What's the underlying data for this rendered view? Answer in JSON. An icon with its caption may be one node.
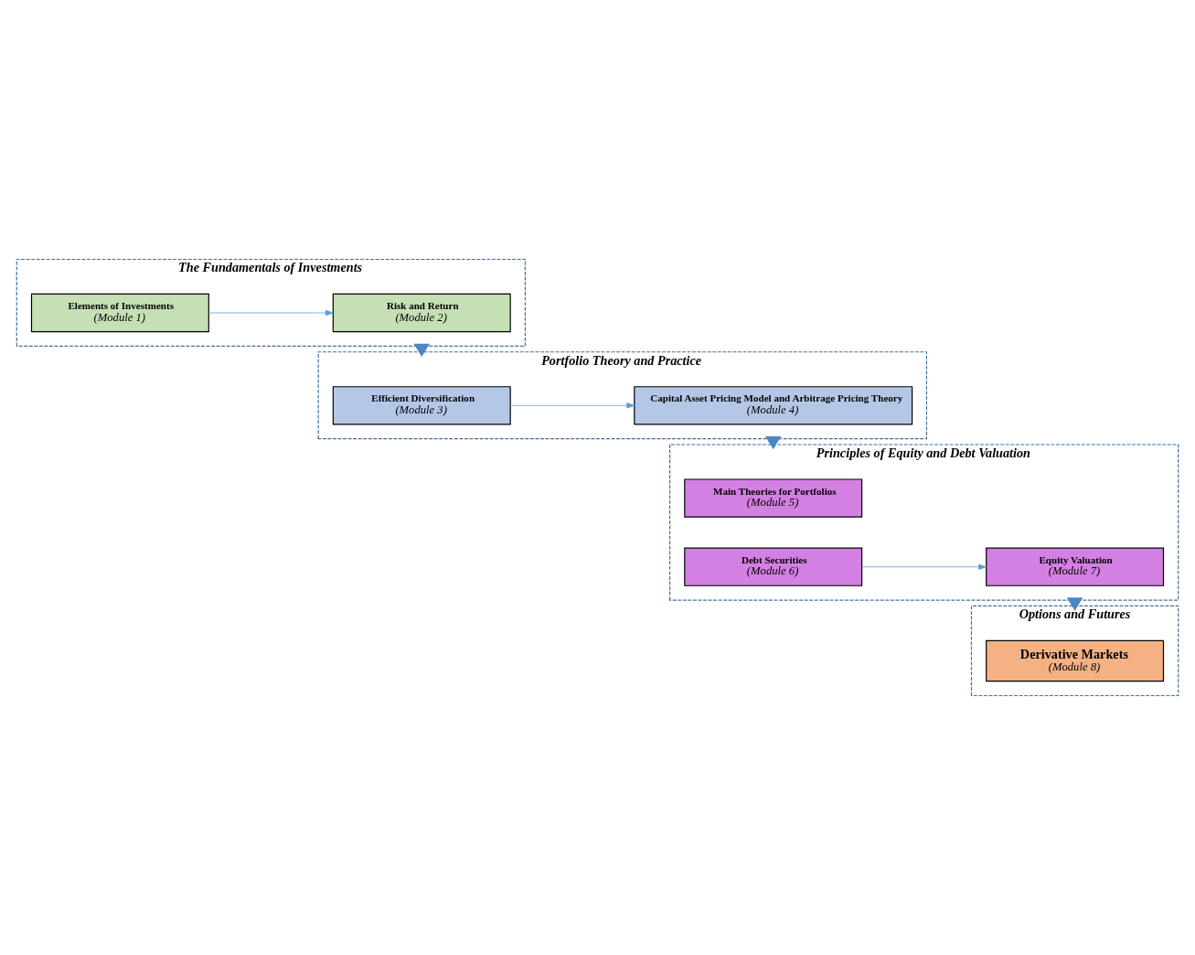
{
  "diagram": {
    "nodes": [
      {
        "text": [
          "The Fundamentals of Investments"
        ]
      },
      {
        "text": [
          "Elements of Investments",
          "(Module 1)"
        ],
        "in": 0
      },
      {
        "text": [
          "Risk and Return",
          "(Module 2)"
        ],
        "in": 0
      },
      {
        "text": [
          "Portfolio Theory and Practice"
        ]
      },
      {
        "text": [
          "Efficient Diversification",
          "(Module 3)"
        ],
        "in": 3
      },
      {
        "text": [
          "Capital Asset Pricing Model and Arbitrage Pricing Theory",
          "(Module 4)"
        ],
        "in": 3
      },
      {
        "text": [
          "Principles of Equity and Debt Valuation"
        ]
      },
      {
        "text": [
          "Main Theories for Portfolios",
          "(Module 5)"
        ],
        "in": 6
      },
      {
        "text": [
          "Debt Securities",
          "(Module 6)"
        ],
        "in": 6
      },
      {
        "text": [
          "Equity Valuation",
          "(Module 7)"
        ],
        "in": 6
      },
      {
        "text": [
          "Options and Futures"
        ]
      },
      {
        "text": [
          "Derivative Markets",
          "(Module 8)"
        ],
        "in": 10
      }
    ],
    "edges": [
      {
        "from": 1,
        "to": 2,
        "arrow": "to"
      },
      {
        "from": 4,
        "to": 5,
        "arrow": "to"
      },
      {
        "from": 8,
        "to": 9,
        "arrow": "to"
      },
      {
        "from": 0,
        "to": 3,
        "arrow": "to",
        "style": "thick",
        "color": "#4a86c5"
      },
      {
        "from": 3,
        "to": 6,
        "arrow": "to",
        "style": "thick",
        "color": "#4a86c5"
      },
      {
        "from": 6,
        "to": 10,
        "arrow": "to",
        "style": "thick",
        "color": "#4a86c5"
      }
    ]
  }
}
